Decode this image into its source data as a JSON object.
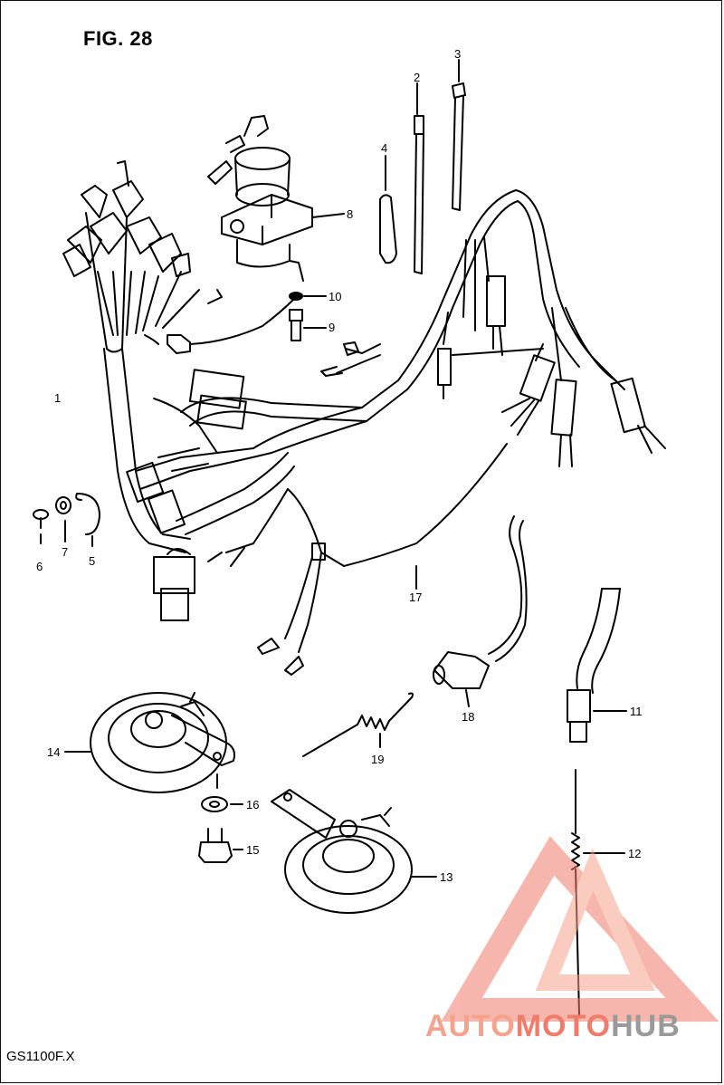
{
  "figure": {
    "title": "FIG. 28"
  },
  "footer": {
    "model": "GS1100F.X"
  },
  "watermark": {
    "part1": "AUTO",
    "part2": "MOTO",
    "part3": "HUB",
    "color_light": "#f6a38e",
    "color_mid": "#f07c6b",
    "color_gray": "#9a9a9a"
  },
  "callouts": [
    "1",
    "2",
    "3",
    "4",
    "5",
    "6",
    "7",
    "8",
    "9",
    "10",
    "11",
    "12",
    "13",
    "14",
    "15",
    "16",
    "17",
    "18",
    "19"
  ]
}
